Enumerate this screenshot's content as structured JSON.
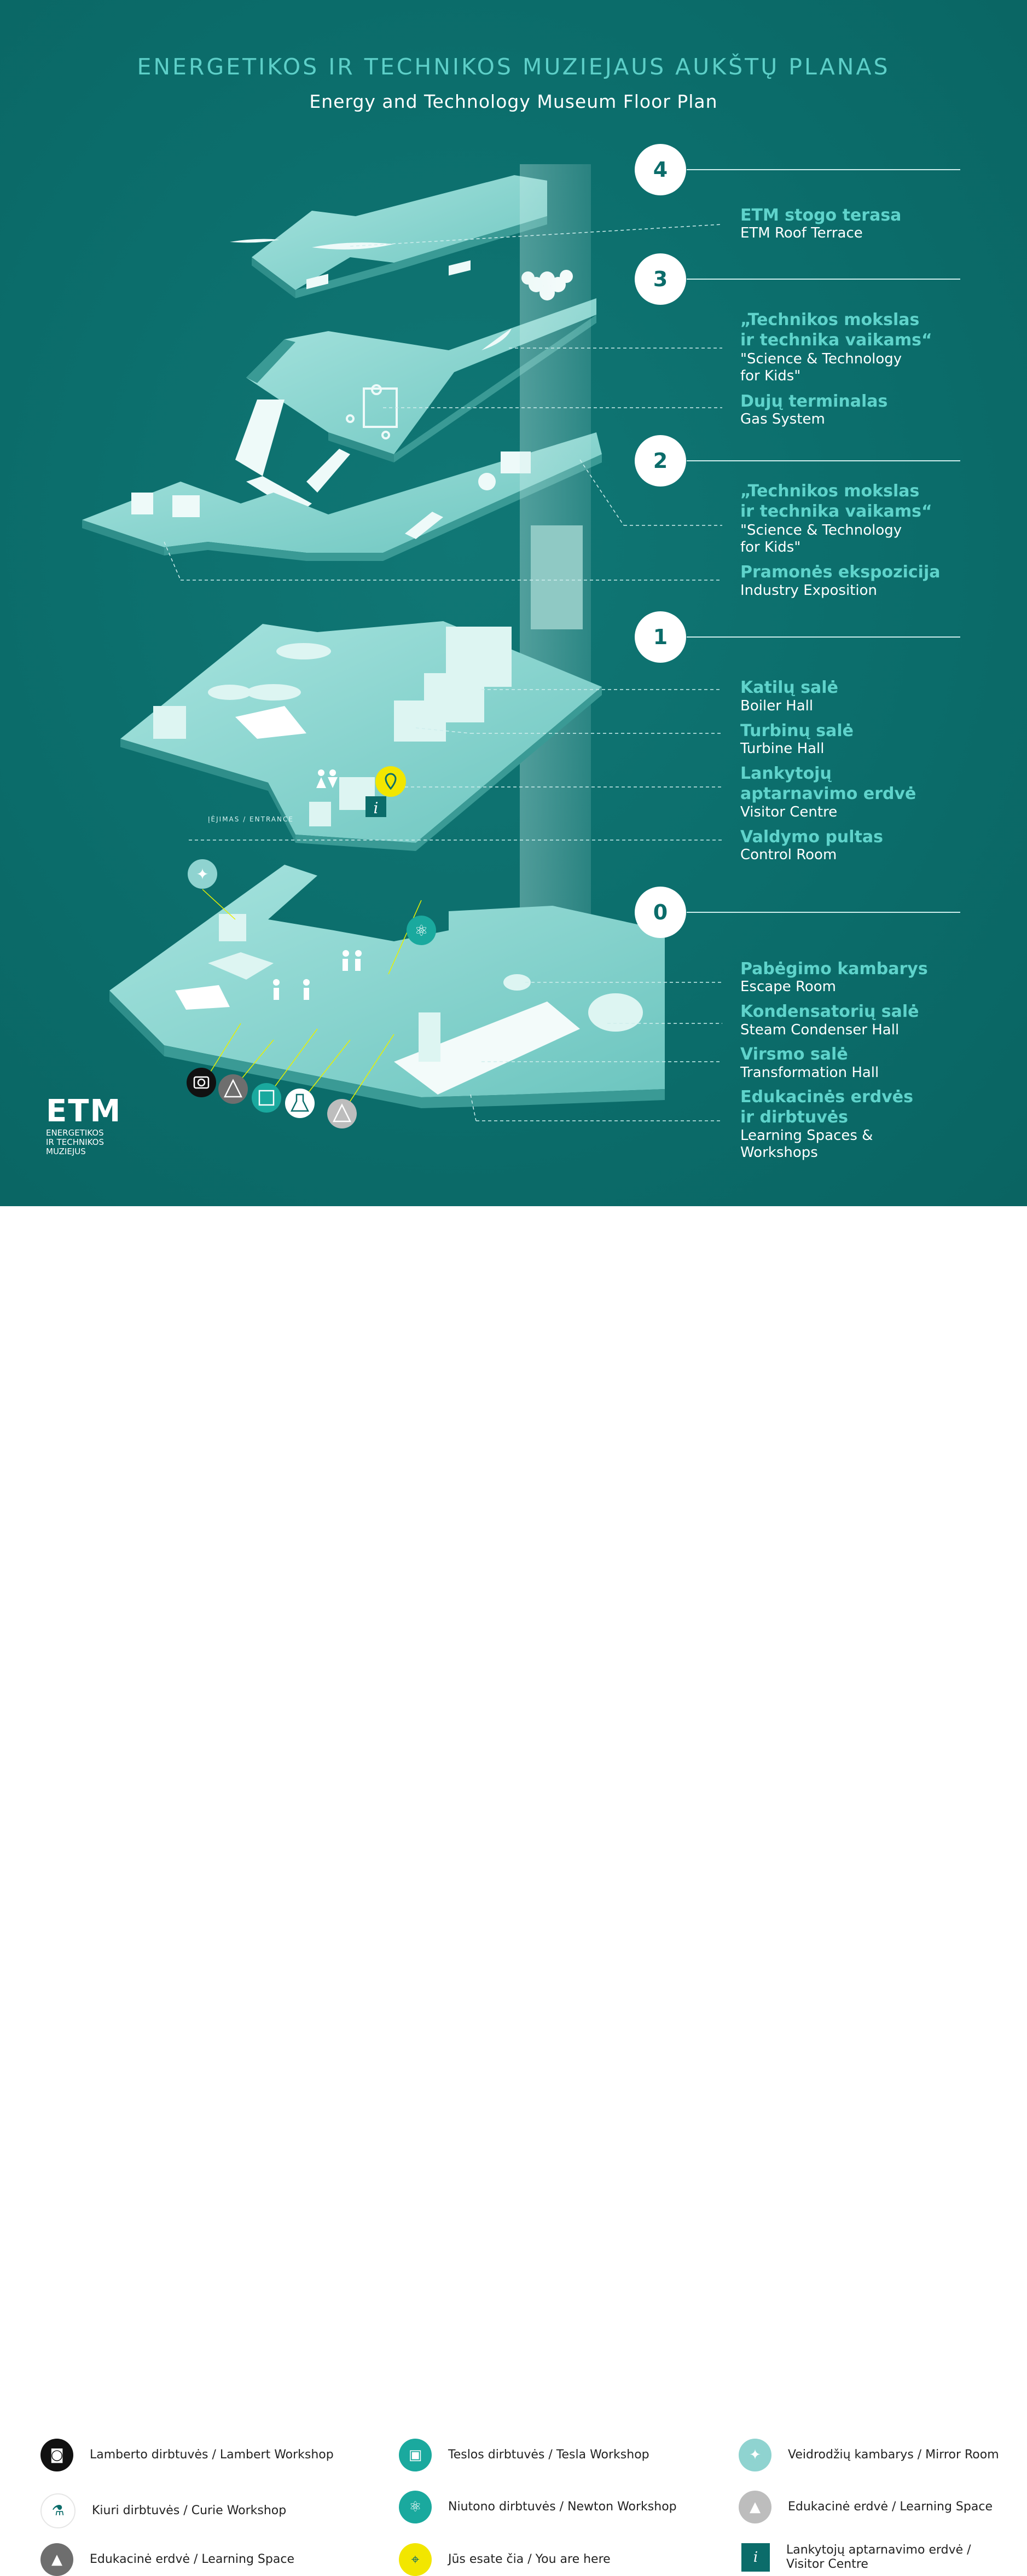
{
  "title": {
    "lt": "ENERGETIKOS IR TECHNIKOS MUZIEJAUS AUKŠTŲ PLANAS",
    "en": "Energy and Technology Museum Floor Plan"
  },
  "floors": [
    {
      "number": "4",
      "labels": [
        {
          "lt": "ETM stogo terasa",
          "en": "ETM Roof Terrace"
        }
      ]
    },
    {
      "number": "3",
      "labels": [
        {
          "lt": "„Technikos mokslas\nir technika vaikams“",
          "en": "\"Science & Technology\nfor Kids\""
        },
        {
          "lt": "Dujų terminalas",
          "en": "Gas System"
        }
      ]
    },
    {
      "number": "2",
      "labels": [
        {
          "lt": "„Technikos mokslas\nir technika vaikams“",
          "en": "\"Science & Technology\nfor Kids\""
        },
        {
          "lt": "Pramonės ekspozicija",
          "en": "Industry Exposition"
        }
      ]
    },
    {
      "number": "1",
      "labels": [
        {
          "lt": "Katilų salė",
          "en": "Boiler Hall"
        },
        {
          "lt": "Turbinų salė",
          "en": "Turbine Hall"
        },
        {
          "lt": "Lankytojų\naptarnavimo erdvė",
          "en": "Visitor Centre"
        },
        {
          "lt": "Valdymo pultas",
          "en": "Control Room"
        }
      ]
    },
    {
      "number": "0",
      "labels": [
        {
          "lt": "Pabėgimo kambarys",
          "en": "Escape Room"
        },
        {
          "lt": "Kondensatorių salė",
          "en": "Steam Condenser Hall"
        },
        {
          "lt": "Virsmo salė",
          "en": "Transformation Hall"
        },
        {
          "lt": "Edukacinės erdvės\nir dirbtuvės",
          "en": "Learning Spaces &\nWorkshops"
        }
      ]
    }
  ],
  "entrance_label": "ĮĖJIMAS / ENTRANCE",
  "logo": {
    "mark": "ETM",
    "text": "ENERGETIKOS\nIR TECHNIKOS\nMUZIEJUS"
  },
  "legend": [
    {
      "icon": "camera-icon",
      "color": "#111111",
      "text": "Lamberto dirbtuvės / Lambert Workshop"
    },
    {
      "icon": "square-frame-icon",
      "color": "#1aa99e",
      "text": "Teslos dirbtuvės / Tesla Workshop"
    },
    {
      "icon": "sparkle-icon",
      "color": "#8fd3d0",
      "text": "Veidrodžių kambarys / Mirror Room"
    },
    {
      "icon": "flask-icon",
      "color": "#ffffff",
      "text": "Kiuri dirbtuvės / Curie Workshop"
    },
    {
      "icon": "atom-icon",
      "color": "#1aa99e",
      "text": "Niutono dirbtuvės / Newton Workshop"
    },
    {
      "icon": "pyramid-icon",
      "color": "#bdbdbd",
      "text": "Edukacinė erdvė / Learning Space"
    },
    {
      "icon": "pyramid-icon",
      "color": "#6e6e6e",
      "text": "Edukacinė erdvė / Learning Space"
    },
    {
      "icon": "location-pin-icon",
      "color": "#f2e600",
      "text": "Jūs esate čia / You are here"
    },
    {
      "icon": "info-icon",
      "color": "#0b6c6a",
      "text": "Lankytojų aptarnavimo erdvė /\nVisitor Centre"
    }
  ],
  "colors": {
    "background": "#0b6c6a",
    "accent_text": "#5fd3cb",
    "floor_surface": "#7ccfca",
    "you_are_here": "#f2e600"
  }
}
